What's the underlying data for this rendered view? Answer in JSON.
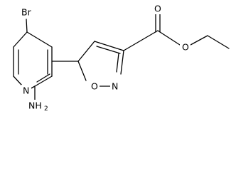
{
  "molecule": {
    "atoms": {
      "bromine": "Br",
      "pyridine_nitrogen": "N",
      "amine_nitrogen": "NH",
      "amine_subscript": "2",
      "isoxazole_oxygen": "O",
      "isoxazole_nitrogen": "N",
      "carbonyl_oxygen": "O",
      "ester_oxygen": "O"
    },
    "colors": {
      "bond": "#000000",
      "label": "#000000",
      "background": "#ffffff"
    }
  }
}
